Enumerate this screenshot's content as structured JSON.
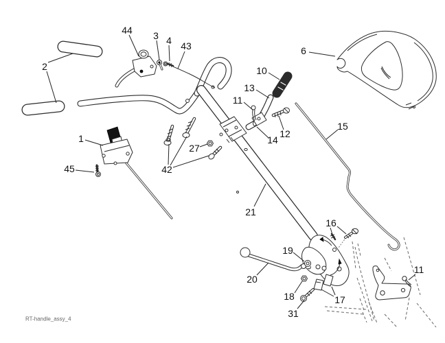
{
  "figure": {
    "footer_label": "RT-handle_assy_4",
    "background": "#ffffff",
    "line_color": "#2b2b2b",
    "label_color": "#111111"
  },
  "callouts": [
    {
      "part": "handlebar-grips",
      "label": "2"
    },
    {
      "part": "clutch-lever-assembly",
      "label": "44"
    },
    {
      "part": "cable-clip",
      "label": "3"
    },
    {
      "part": "clip-bolt",
      "label": "4"
    },
    {
      "part": "clutch-cable",
      "label": "43"
    },
    {
      "part": "console-cover",
      "label": "6"
    },
    {
      "part": "lever-grip",
      "label": "10"
    },
    {
      "part": "shift-lever",
      "label": "13"
    },
    {
      "part": "cotter-pin-upper",
      "label": "11"
    },
    {
      "part": "lever-bolt",
      "label": "12"
    },
    {
      "part": "lever-bushing",
      "label": "14"
    },
    {
      "part": "linkage-rod",
      "label": "15"
    },
    {
      "part": "switch-bracket",
      "label": "1"
    },
    {
      "part": "bracket-bolt",
      "label": "45"
    },
    {
      "part": "clamp-nut",
      "label": "27"
    },
    {
      "part": "carriage-bolts",
      "label": "42"
    },
    {
      "part": "lower-handle-tube",
      "label": "21"
    },
    {
      "part": "plate-bolt",
      "label": "16"
    },
    {
      "part": "washer",
      "label": "19"
    },
    {
      "part": "depth-lever-rod",
      "label": "20"
    },
    {
      "part": "flange-nut",
      "label": "18"
    },
    {
      "part": "hex-bolt",
      "label": "31"
    },
    {
      "part": "wedge-keys",
      "label": "17"
    },
    {
      "part": "cotter-pin-lower",
      "label": "11"
    }
  ]
}
